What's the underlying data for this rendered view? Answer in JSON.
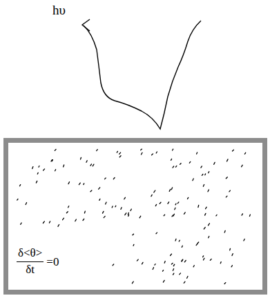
{
  "diagram": {
    "nodes": [
      {
        "text": [
          "δ<θ>",
          "δt",
          "=0"
        ]
      }
    ],
    "labels": [
      "hυ"
    ]
  }
}
